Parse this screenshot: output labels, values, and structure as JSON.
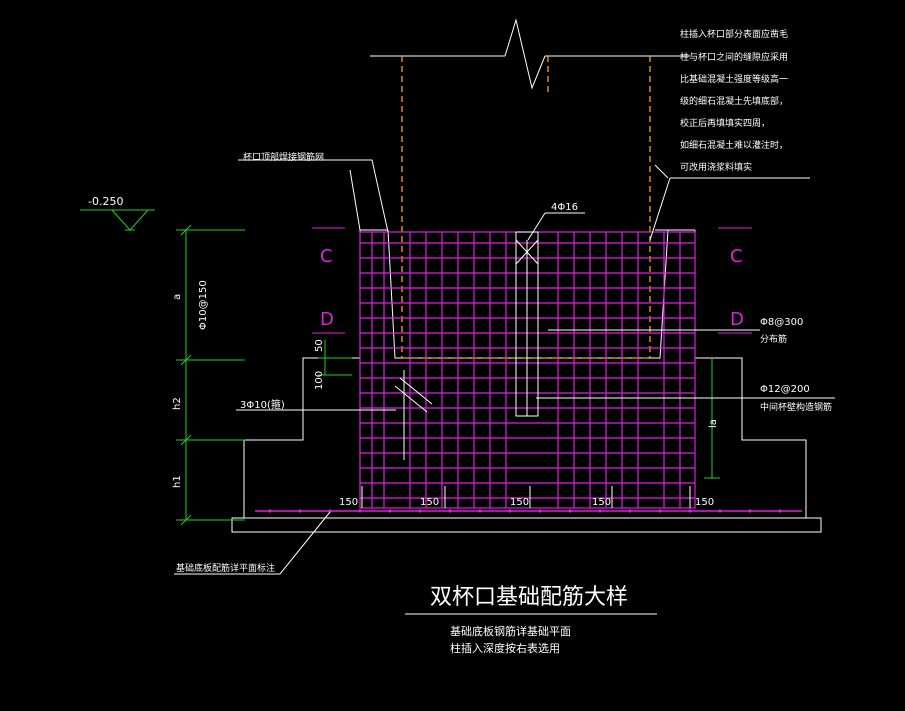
{
  "title": "双杯口基础配筋大样",
  "notes_bottom": [
    "基础底板钢筋详基础平面",
    "柱插入深度按右表选用"
  ],
  "notes_top_right": [
    "柱插入杯口部分表面应凿毛",
    "柱与杯口之间的缝隙应采用",
    "比基础混凝土强度等级高一",
    "级的细石混凝土先填底部，",
    "校正后再填填实四周，",
    "如细石混凝土难以灌注时，",
    "可改用浇浆料填实"
  ],
  "labels": {
    "elevation": "-0.250",
    "cup_mesh": "杯口顶部焊接钢筋网",
    "rebar_top": "4Φ16",
    "stirrup_left": "Φ10@150",
    "dim_a": "a",
    "dim_50": "50",
    "dim_100": "100",
    "h2": "h2",
    "h1": "h1",
    "bars_3": "3Φ10(箍)",
    "dist_bar": "Φ8@300",
    "dist_bar_note": "分布筋",
    "mid_bar": "Φ12@200",
    "mid_bar_note": "中间杯壁构造钢筋",
    "la": "la",
    "base_note": "基础底板配筋详平面标注",
    "C": "C",
    "D": "D"
  },
  "spacing": [
    "150",
    "150",
    "150",
    "150",
    "150"
  ],
  "colors": {
    "white": "#ffffff",
    "magenta": "#e020e0",
    "green": "#20d020",
    "orange": "#ffa500"
  }
}
